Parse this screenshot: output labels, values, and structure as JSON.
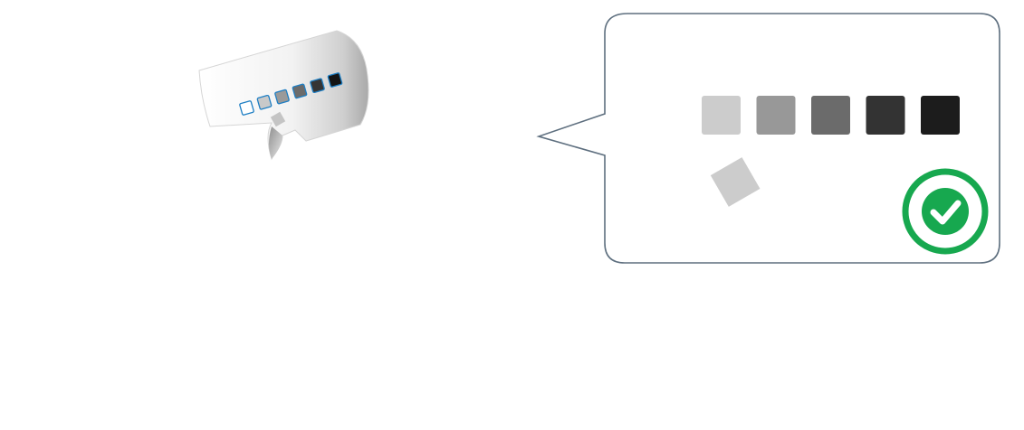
{
  "illustration": {
    "card_icon": "curled-card-icon",
    "card_swatch_fills": [
      "#ffffff",
      "#c9c9c9",
      "#9a9a9a",
      "#6b6b6b",
      "#353535",
      "#141414"
    ],
    "card_swatch_stroke": "#1f7fc4"
  },
  "callout": {
    "border_color": "#5e6f7f",
    "swatches": [
      {
        "name": "swatch-lightest",
        "color": "#cccccc"
      },
      {
        "name": "swatch-light",
        "color": "#989898"
      },
      {
        "name": "swatch-mid",
        "color": "#6b6b6b"
      },
      {
        "name": "swatch-dark",
        "color": "#333333"
      },
      {
        "name": "swatch-darkest",
        "color": "#1c1c1c"
      }
    ],
    "loose_square_color": "#cccccc",
    "status_icon": "check-circle-icon",
    "status_color": "#17a84f"
  }
}
